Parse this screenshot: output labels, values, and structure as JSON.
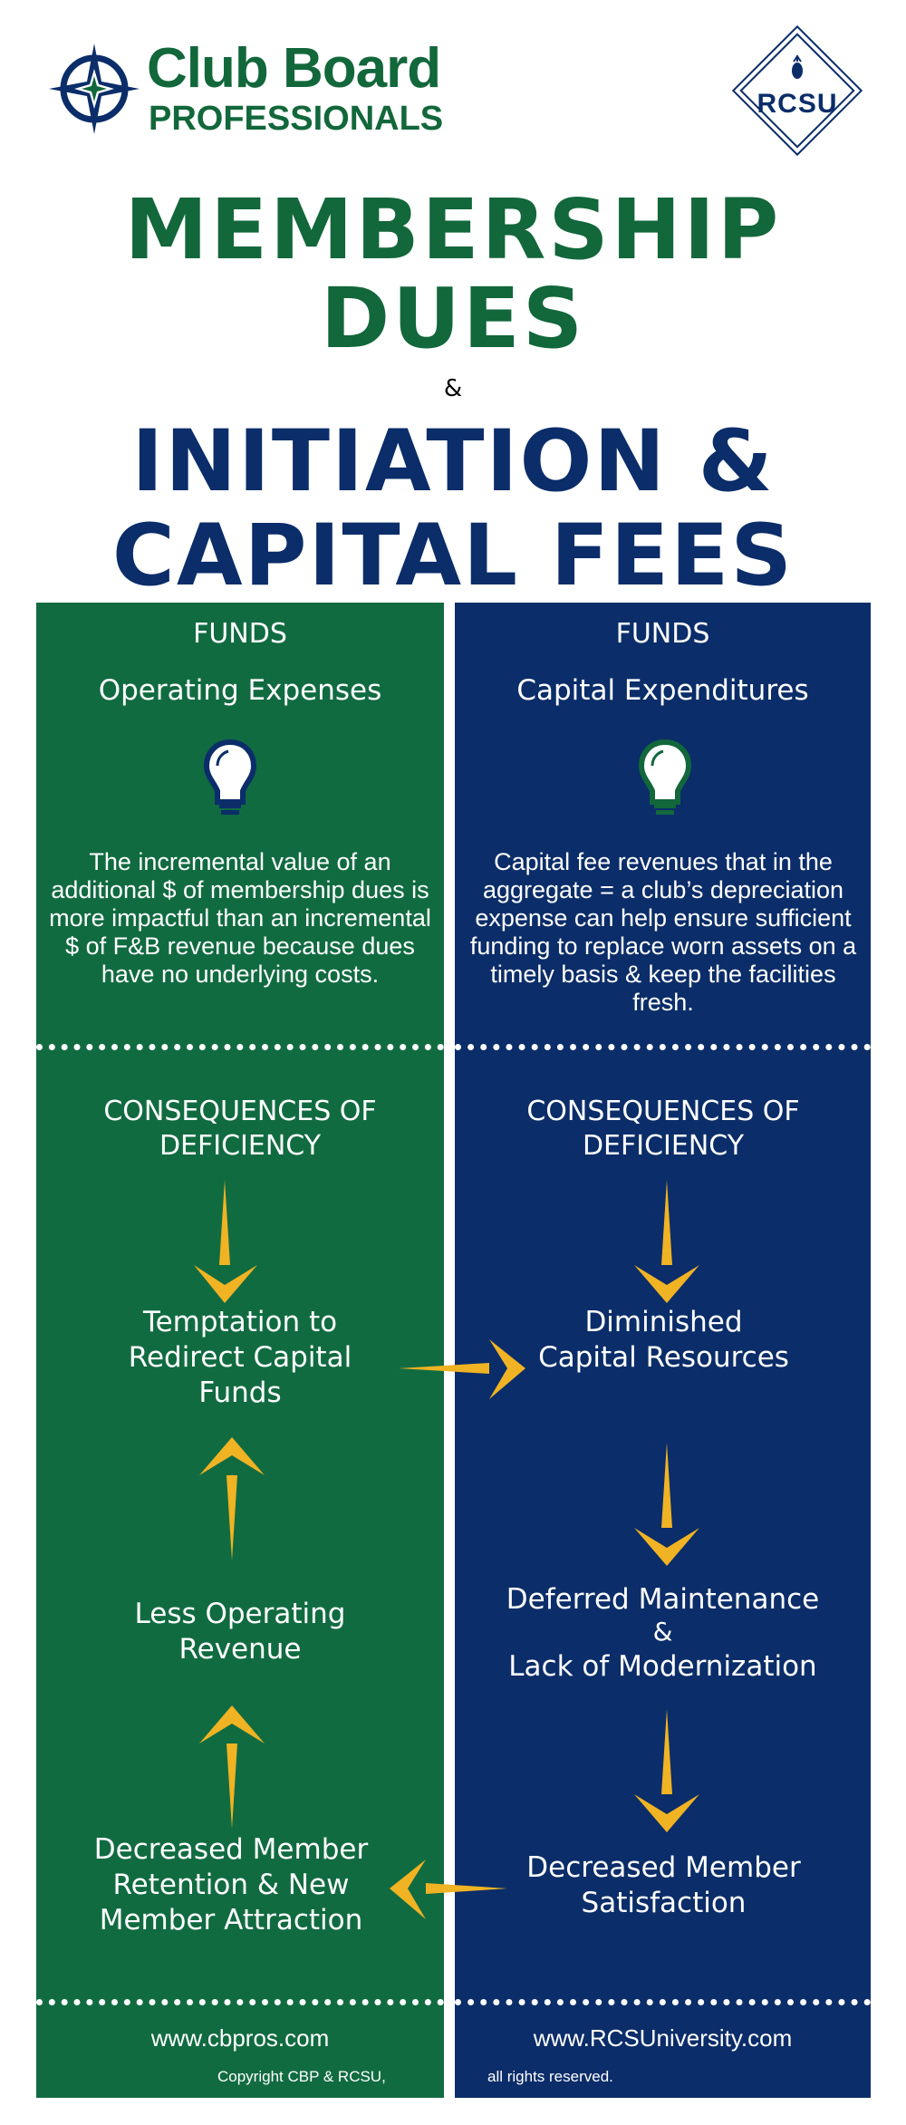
{
  "header": {
    "logo_line1": "Club Board",
    "logo_line2": "PROFESSIONALS",
    "badge": "RCSU"
  },
  "title": {
    "line1": "MEMBERSHIP",
    "line2": "DUES",
    "ampersand": "&",
    "line3": "INITIATION &",
    "line4": "CAPITAL FEES"
  },
  "left": {
    "funds_label": "FUNDS",
    "funds_title": "Operating Expenses",
    "description": "The incremental value of an additional $ of membership dues is more impactful than an incremental $ of F&B revenue because dues have no underlying costs.",
    "consequences_title": "CONSEQUENCES OF DEFICIENCY",
    "item1": "Temptation to Redirect Capital Funds",
    "item2": "Less Operating Revenue",
    "item3": "Decreased Member Retention & New Member Attraction",
    "url": "www.cbpros.com",
    "copyright": "Copyright CBP & RCSU,"
  },
  "right": {
    "funds_label": "FUNDS",
    "funds_title": "Capital Expenditures",
    "description": "Capital fee revenues that in the aggregate = a club’s depreciation expense can help ensure sufficient funding to replace worn assets on a timely basis & keep the facilities fresh.",
    "consequences_title": "CONSEQUENCES OF DEFICIENCY",
    "item1": "Diminished Capital Resources",
    "item2a": "Deferred Maintenance",
    "item2b": "&",
    "item2c": "Lack of Modernization",
    "item3": "Decreased Member Satisfaction",
    "url": "www.RCSUniversity.com",
    "rights": "all rights reserved."
  },
  "colors": {
    "green": "#116b41",
    "blue": "#0b2d69",
    "arrow": "#f0b323"
  }
}
